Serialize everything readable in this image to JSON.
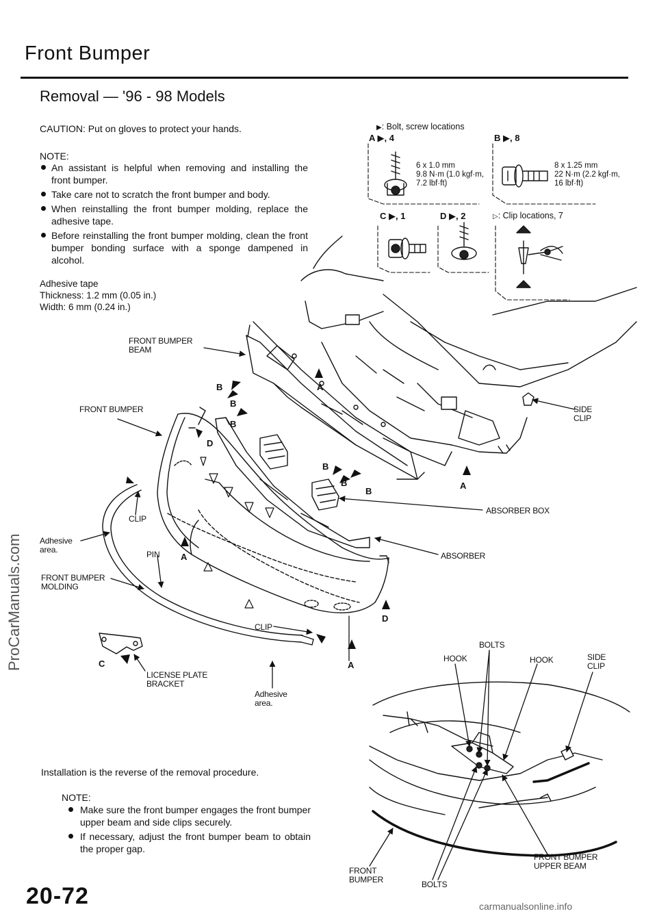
{
  "header": {
    "title": "Front Bumper",
    "subtitle": "Removal — '96 - 98 Models"
  },
  "caution": "CAUTION: Put on gloves to protect your hands.",
  "notes": {
    "heading": "NOTE:",
    "items": [
      "An assistant is helpful when removing and installing the front bumper.",
      "Take care not to scratch the front bumper and body.",
      "When reinstalling the front bumper molding, replace the adhesive tape.",
      "Before reinstalling the front bumper molding, clean the front bumper bonding surface with a sponge dampened in alcohol."
    ]
  },
  "adhesive_tape": {
    "line1": "Adhesive tape",
    "line2": "Thickness: 1.2 mm (0.05 in.)",
    "line3": "Width: 6 mm (0.24 in.)"
  },
  "legend": {
    "bolt_locations": ": Bolt, screw locations",
    "clip_locations": ": Clip locations, 7",
    "a4": "A ▶, 4",
    "b8": "B ▶, 8",
    "c1": "C ▶, 1",
    "d2": "D ▶, 2",
    "spec_a": [
      "6 x 1.0 mm",
      "9.8 N·m (1.0 kgf·m,",
      "7.2 lbf·ft)"
    ],
    "spec_b": [
      "8 x 1.25 mm",
      "22 N·m (2.2 kgf·m,",
      "16 lbf·ft)"
    ]
  },
  "labels": {
    "front_bumper_beam": [
      "FRONT BUMPER",
      "BEAM"
    ],
    "front_bumper": "FRONT BUMPER",
    "side_clip": [
      "SIDE",
      "CLIP"
    ],
    "clip": "CLIP",
    "adhesive_area": [
      "Adhesive",
      "area."
    ],
    "pin": "PIN",
    "front_bumper_molding": [
      "FRONT BUMPER",
      "MOLDING"
    ],
    "absorber_box": "ABSORBER BOX",
    "absorber": "ABSORBER",
    "license_plate_bracket": [
      "LICENSE PLATE",
      "BRACKET"
    ],
    "bolts": "BOLTS",
    "hook": "HOOK",
    "front_bumper_bottom": [
      "FRONT",
      "BUMPER"
    ],
    "front_bumper_upper_beam": [
      "FRONT BUMPER",
      "UPPER BEAM"
    ],
    "letter_a": "A",
    "letter_b": "B",
    "letter_c": "C",
    "letter_d": "D"
  },
  "installation": {
    "text": "Installation is the reverse of the removal procedure.",
    "heading": "NOTE:",
    "items": [
      "Make sure the front bumper engages the front bumper upper beam and side clips securely.",
      "If necessary, adjust the front bumper beam to obtain the proper gap."
    ]
  },
  "page_number": "20-72",
  "watermarks": {
    "side": "ProCarManuals.com",
    "footer": "carmanualsonline.info"
  }
}
